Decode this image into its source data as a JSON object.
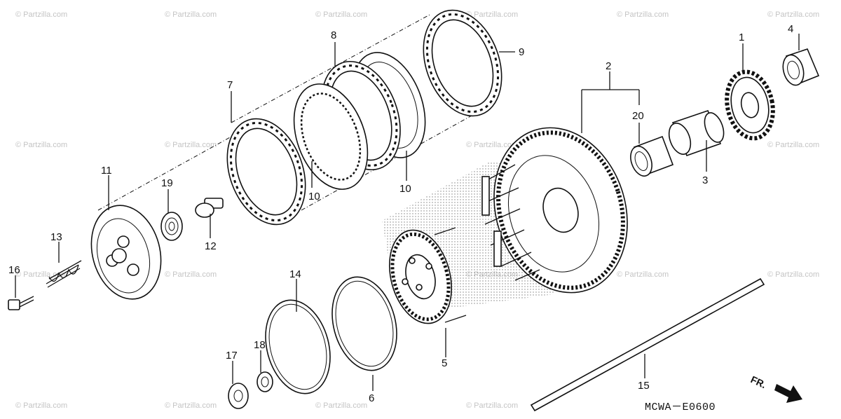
{
  "watermark": "© Partzilla.com",
  "diagram_code": "MCWA－E0600",
  "direction_label": "FR.",
  "callouts": [
    "1",
    "2",
    "3",
    "4",
    "5",
    "6",
    "7",
    "8",
    "9",
    "10",
    "10",
    "11",
    "12",
    "13",
    "14",
    "15",
    "16",
    "17",
    "18",
    "19",
    "20"
  ]
}
